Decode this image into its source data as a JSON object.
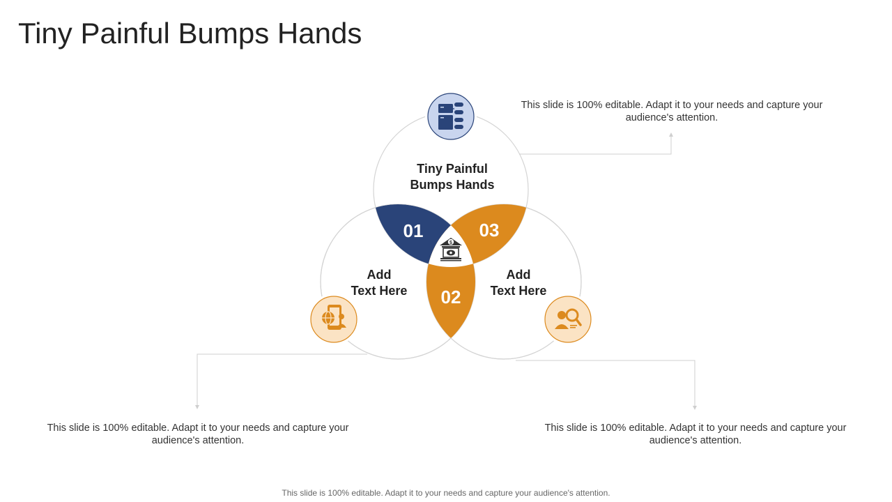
{
  "title": "Tiny Painful Bumps Hands",
  "diagram": {
    "top_circle_label": [
      "Tiny Painful",
      "Bumps Hands"
    ],
    "left_circle_label": [
      "Add",
      "Text Here"
    ],
    "right_circle_label": [
      "Add",
      "Text Here"
    ],
    "numbers": {
      "n01": "01",
      "n02": "02",
      "n03": "03"
    },
    "center_icon": "bank-money-icon",
    "icons": {
      "top": "server-database-icon",
      "left": "globe-mobile-user-icon",
      "right": "search-person-icon"
    }
  },
  "callouts": {
    "top_right": "This slide is 100% editable. Adapt it to your needs and capture your audience's attention.",
    "bottom_left": "This slide is 100% editable. Adapt it to your needs and capture your audience's attention.",
    "bottom_right": "This slide is 100% editable. Adapt it to your needs and capture your audience's attention."
  },
  "footer": "This slide is 100% editable. Adapt it to your needs and capture your audience's attention.",
  "colors": {
    "navy": "#2a4479",
    "orange": "#dc8a1e",
    "light_blue": "#c9d5ee",
    "light_orange": "#fbe3c4",
    "outline": "#d4d4d4"
  }
}
